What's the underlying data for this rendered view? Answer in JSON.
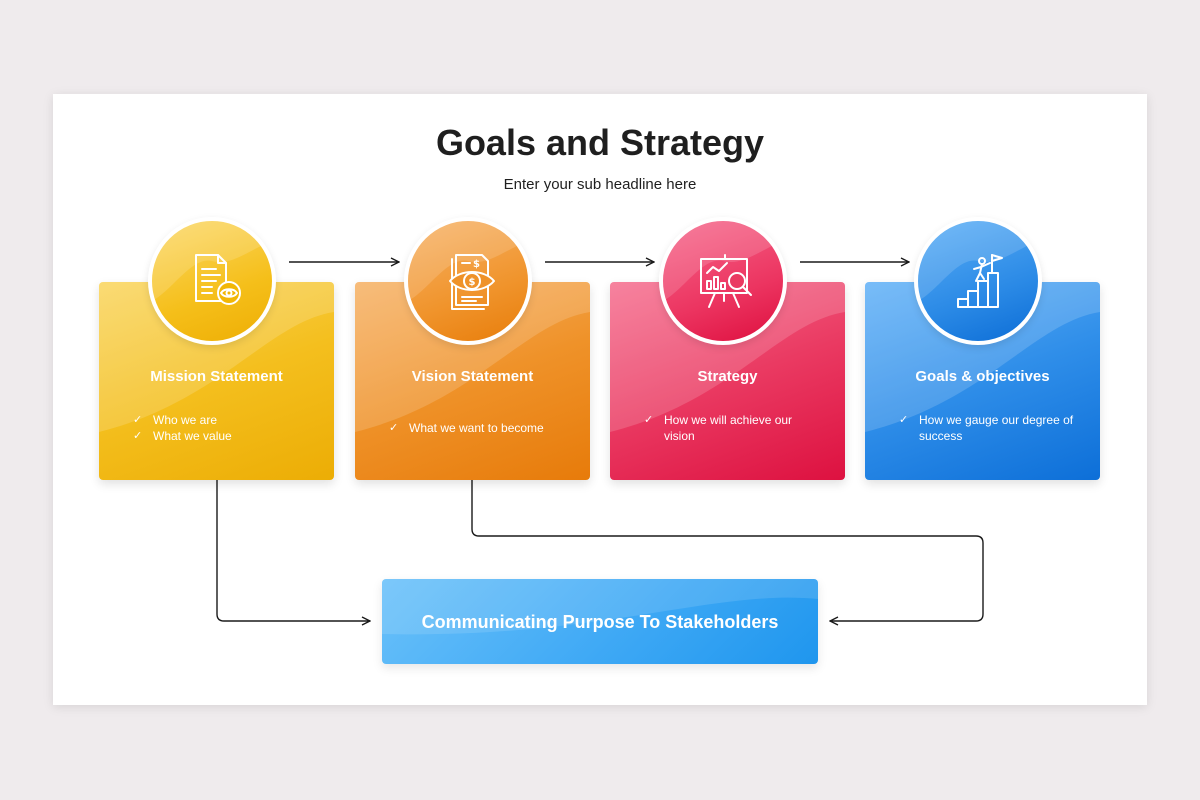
{
  "slide": {
    "title": "Goals and Strategy",
    "subtitle": "Enter your sub headline here"
  },
  "cards": [
    {
      "title": "Mission Statement",
      "icon": "document-eye-icon",
      "color": "#f2b705",
      "items": [
        "Who we are",
        "What we value"
      ]
    },
    {
      "title": "Vision Statement",
      "icon": "document-money-eye-icon",
      "color": "#ed8b1c",
      "items": [
        "What we want to become"
      ]
    },
    {
      "title": "Strategy",
      "icon": "presentation-board-magnifier-icon",
      "color": "#e8214c",
      "items": [
        "How we will achieve our vision"
      ]
    },
    {
      "title": "Goals & objectives",
      "icon": "climber-flag-steps-icon",
      "color": "#1e7fe0",
      "items": [
        "How we gauge our degree of success"
      ]
    }
  ],
  "bottom": {
    "label": "Communicating Purpose To Stakeholders",
    "color": "#3fa9f5"
  },
  "check_symbol": "✓"
}
